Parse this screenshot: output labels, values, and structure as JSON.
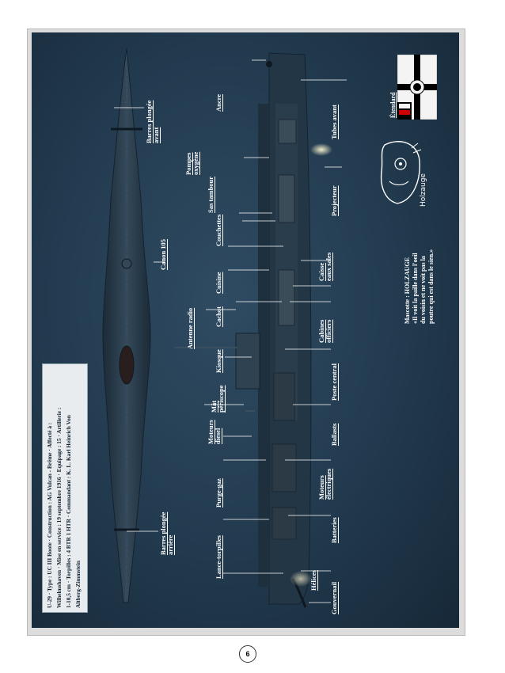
{
  "spec": {
    "lines": [
      "U-29 · Type : UC III Boote · Construction : AG Vulcan - Brême · Affecté à :",
      "Wilhelmshaven · Mise en service : 19 septembre 1916 · Equipage : 15 · Artillerie :",
      "1-10,5 cm · Torpilles : 4 BTR 1 HTR · Commandant : K. L. Karl Heinrich Von",
      "Altberg-Zimmstein"
    ]
  },
  "labels": {
    "barres_avant": [
      "Barres plongée",
      "avant"
    ],
    "canon": "Canon 105",
    "barres_arriere": [
      "Barres plongée",
      "arrière"
    ],
    "ancre": "Ancre",
    "pompes": [
      "Pompes",
      "oxygène"
    ],
    "sas": "Sas tambour",
    "couchettes": "Couchettes",
    "cuisine": "Cuisine",
    "cachot": "Cachot",
    "antenne": "Antenne radio",
    "kiosque": "Kiosque",
    "mat": [
      "Mât",
      "périscope"
    ],
    "moteurs_diesel": [
      "Moteurs",
      "diesel"
    ],
    "purge": "Purge-gaz",
    "lance": "Lance-torpilles",
    "helices": "Hélices",
    "gouvernail": "Gouvernail",
    "tubes": "Tubes avant",
    "projecteur": "Projecteur",
    "caisse": [
      "Caisse",
      "eaux sales"
    ],
    "cabines": [
      "Cabines",
      "officiers"
    ],
    "poste": "Poste central",
    "ballasts": "Ballasts",
    "moteurs_elec": [
      "Moteurs",
      "électriques"
    ],
    "batteries": "Batteries"
  },
  "flag_caption": "Étendard",
  "mascot_signature": "Holzauge",
  "mascot_caption": [
    "Mascotte : HOLZAUGE",
    "«Il voit la paille dans l'oeil",
    "du voisin et ne voit pas la",
    "poutre qui est dans le sien.»"
  ],
  "page_number": "6",
  "colors": {
    "background": "#223a4e",
    "hull": "#2a3d4c",
    "hull_shadow": "#1c2b37",
    "label": "#ffffff"
  }
}
